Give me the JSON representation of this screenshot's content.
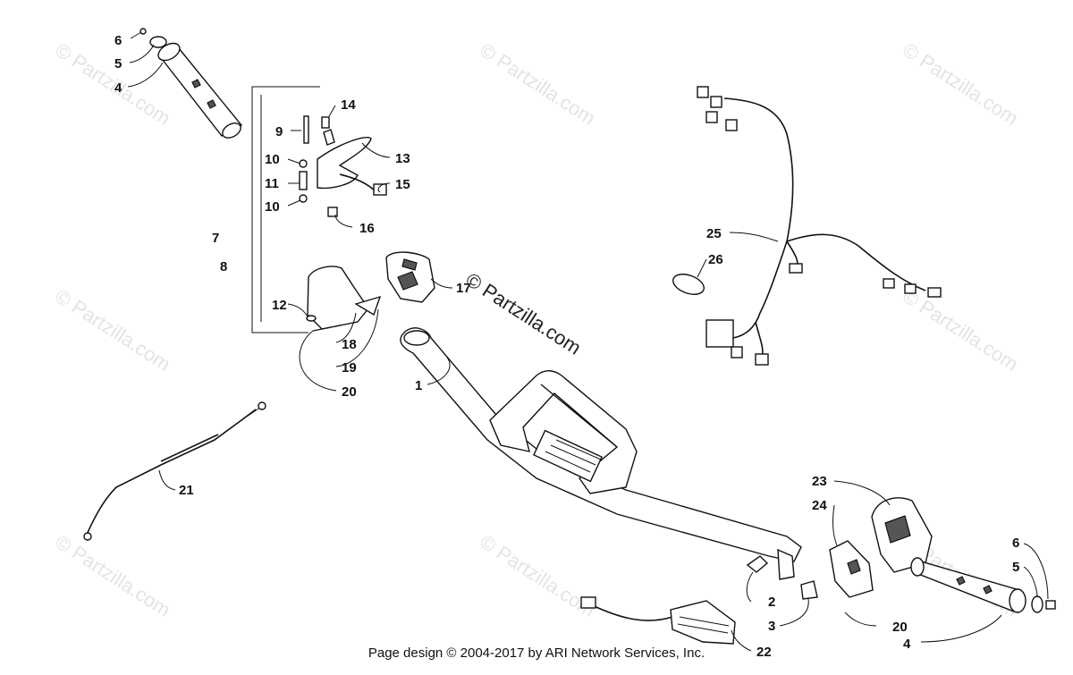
{
  "watermark": {
    "text": "© Partzilla.com",
    "center_text": "© Partzilla.com"
  },
  "footer": {
    "text": "Page design © 2004-2017 by ARI Network Services, Inc."
  },
  "callouts": {
    "c1": "1",
    "c2": "2",
    "c3": "3",
    "c4a": "4",
    "c4b": "4",
    "c5a": "5",
    "c5b": "5",
    "c6a": "6",
    "c6b": "6",
    "c7": "7",
    "c8": "8",
    "c9": "9",
    "c10a": "10",
    "c10b": "10",
    "c11": "11",
    "c12": "12",
    "c13": "13",
    "c14": "14",
    "c15": "15",
    "c16": "16",
    "c17": "17",
    "c18": "18",
    "c19": "19",
    "c20a": "20",
    "c20b": "20",
    "c21": "21",
    "c22": "22",
    "c23": "23",
    "c24": "24",
    "c25": "25",
    "c26": "26"
  }
}
